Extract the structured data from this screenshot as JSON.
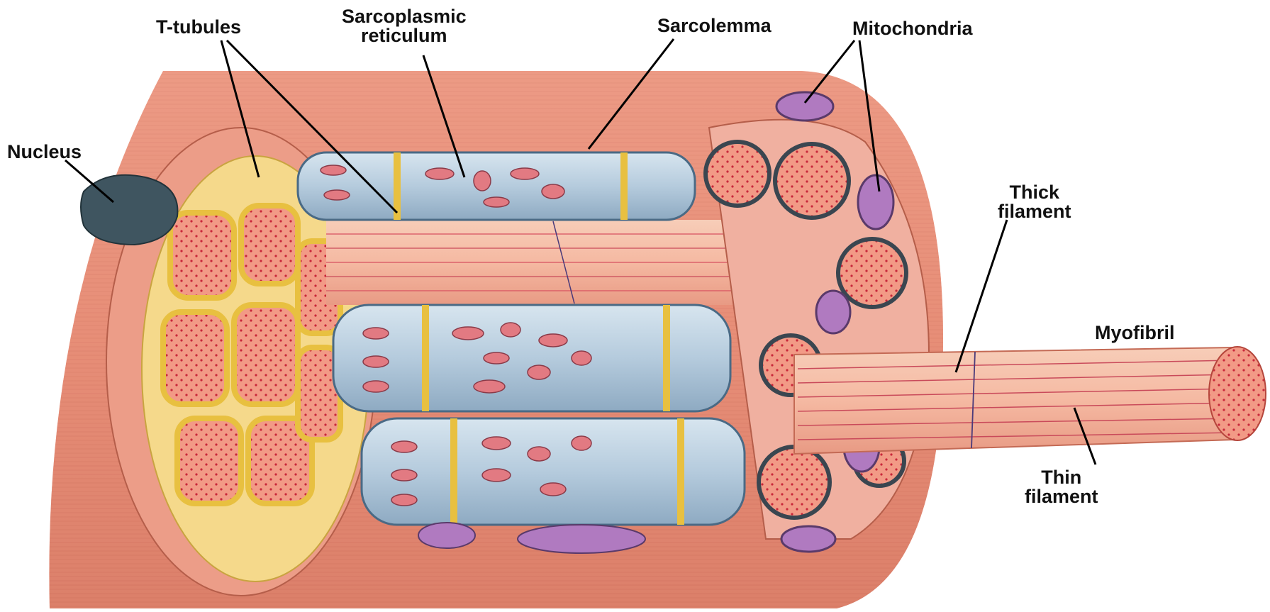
{
  "labels": {
    "t_tubules": "T-tubules",
    "sarcoplasmic_reticulum_1": "Sarcoplasmic",
    "sarcoplasmic_reticulum_2": "reticulum",
    "sarcolemma": "Sarcolemma",
    "mitochondria": "Mitochondria",
    "nucleus": "Nucleus",
    "thick_filament_1": "Thick",
    "thick_filament_2": "filament",
    "myofibril": "Myofibril",
    "thin_filament_1": "Thin",
    "thin_filament_2": "filament"
  },
  "colors": {
    "fiber_outer": "#e8907a",
    "fiber_dark": "#c96a55",
    "myofibril_end": "#f28a78",
    "myofibril_dot": "#c8283a",
    "sr_blue": "#b9cfe0",
    "sr_outline": "#4a6a85",
    "t_tubule_yellow": "#f5d96a",
    "nucleus": "#3f5560",
    "mitochondria": "#b07ac0",
    "label_line": "#000000"
  }
}
